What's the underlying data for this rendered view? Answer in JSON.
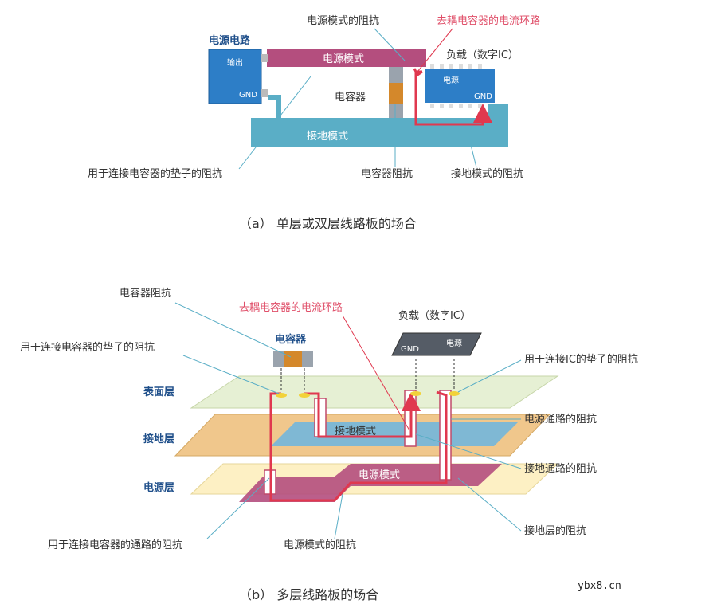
{
  "diagram_a": {
    "power_circuit": "电源电路",
    "output": "输出",
    "gnd": "GND",
    "power_pattern": "电源模式",
    "capacitor": "电容器",
    "ground_pattern": "接地模式",
    "load": "负载（数字IC）",
    "ic_power": "电源",
    "ic_gnd": "GND",
    "top_label_impedance": "电源模式的阻抗",
    "decoupling_loop": "去耦电容器的电流环路",
    "pad_impedance": "用于连接电容器的垫子的阻抗",
    "cap_impedance": "电容器阻抗",
    "ground_impedance": "接地模式的阻抗",
    "caption": "（a） 单层或双层线路板的场合"
  },
  "diagram_b": {
    "cap_impedance": "电容器阻抗",
    "decoupling_loop": "去耦电容器的电流环路",
    "load": "负载（数字IC）",
    "pad_impedance": "用于连接电容器的垫子的阻抗",
    "capacitor": "电容器",
    "ic_gnd": "GND",
    "ic_power": "电源",
    "ic_pad_impedance": "用于连接IC的垫子的阻抗",
    "surface_layer": "表面层",
    "power_via_impedance": "电源通路的阻抗",
    "ground_layer": "接地层",
    "ground_pattern": "接地模式",
    "ground_via_impedance": "接地通路的阻抗",
    "power_layer": "电源层",
    "power_pattern": "电源模式",
    "ground_layer_impedance": "接地层的阻抗",
    "cap_via_impedance": "用于连接电容器的通路的阻抗",
    "power_pattern_impedance": "电源模式的阻抗",
    "caption": "（b） 多层线路板的场合"
  },
  "watermark": "ybx8.cn"
}
